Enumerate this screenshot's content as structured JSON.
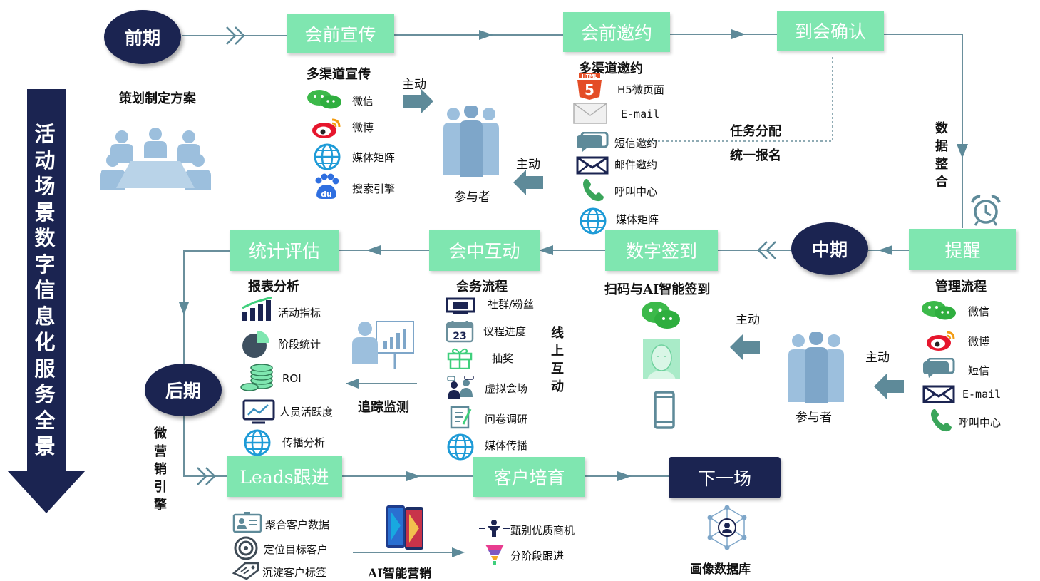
{
  "banner": {
    "text": "活动场景数字信息化服务全景"
  },
  "phases": {
    "early": "前期",
    "mid": "中期",
    "late": "后期"
  },
  "boxes": {
    "pre_promo": "会前宣传",
    "pre_invite": "会前邀约",
    "confirm": "到会确认",
    "reminder": "提醒",
    "digital_signin": "数字签到",
    "interaction": "会中互动",
    "evaluation": "统计评估",
    "leads": "Leads跟进",
    "nurture": "客户培育",
    "next": "下一场"
  },
  "early": {
    "plan_label": "策划制定方案"
  },
  "promo": {
    "heading": "多渠道宣传",
    "items": [
      "微信",
      "微博",
      "媒体矩阵",
      "搜索引擎"
    ],
    "active_top": "主动",
    "active_bottom": "主动",
    "participants": "参与者"
  },
  "invite": {
    "heading": "多渠道邀约",
    "items": [
      "H5微页面",
      "E-mail",
      "短信邀约",
      "邮件邀约",
      "呼叫中心",
      "媒体矩阵"
    ]
  },
  "task": {
    "line1": "任务分配",
    "line2": "统一报名"
  },
  "data_merge": {
    "text": "数据整合"
  },
  "reminder": {
    "heading": "管理流程",
    "items": [
      "微信",
      "微博",
      "短信",
      "E-mail",
      "呼叫中心"
    ],
    "active_top": "主动",
    "active_bottom": "主动",
    "participants": "参与者"
  },
  "signin": {
    "heading": "扫码与AI智能签到"
  },
  "interaction": {
    "heading": "会务流程",
    "items": [
      "社群/粉丝",
      "议程进度",
      "抽奖",
      "虚拟会场",
      "问卷调研",
      "媒体传播"
    ],
    "online": "线上互动",
    "calendar_day": "23"
  },
  "evaluation": {
    "heading": "报表分析",
    "items": [
      "活动指标",
      "阶段统计",
      "ROI",
      "人员活跃度",
      "传播分析"
    ],
    "tracking": "追踪监测"
  },
  "micro_engine": {
    "text": "微营销引擎"
  },
  "leads": {
    "items": [
      "聚合客户数据",
      "定位目标客户",
      "沉淀客户标签"
    ],
    "ai_label": "AI智能营销"
  },
  "nurture": {
    "items": [
      "甄别优质商机",
      "分阶段跟进"
    ]
  },
  "next": {
    "label": "画像数据库"
  },
  "icon_text": {
    "html": "HTML",
    "five": "5",
    "du": "du"
  },
  "colors": {
    "green": "#7fe6b0",
    "navy": "#1b2451",
    "teal": "#5e8a99",
    "icon_blue": "#7ea6c9"
  }
}
